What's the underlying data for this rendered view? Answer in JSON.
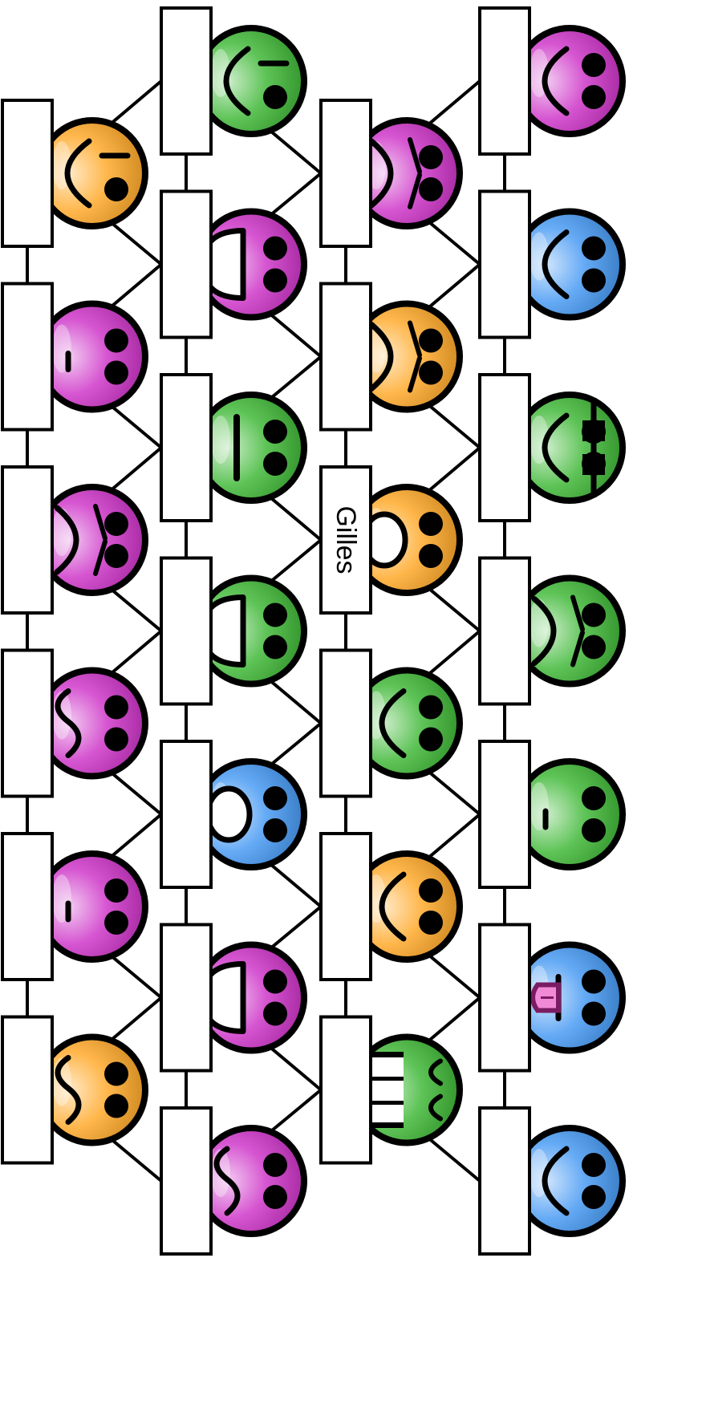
{
  "board": {
    "columns": [
      {
        "id": "col-1",
        "slots": [
          {
            "label": "",
            "face": {
              "color": "orange",
              "eyes": "wink",
              "mouth": "smile"
            }
          },
          {
            "label": "",
            "face": {
              "color": "magenta",
              "eyes": "open",
              "mouth": "flat"
            }
          },
          {
            "label": "",
            "face": {
              "color": "magenta",
              "eyes": "angry",
              "mouth": "frown"
            }
          },
          {
            "label": "",
            "face": {
              "color": "magenta",
              "eyes": "open",
              "mouth": "wavy"
            }
          },
          {
            "label": "",
            "face": {
              "color": "magenta",
              "eyes": "open",
              "mouth": "flat"
            }
          },
          {
            "label": "",
            "face": {
              "color": "orange",
              "eyes": "open",
              "mouth": "wavy"
            }
          }
        ]
      },
      {
        "id": "col-2",
        "slots": [
          {
            "label": "",
            "face": {
              "color": "green",
              "eyes": "wink",
              "mouth": "smile"
            }
          },
          {
            "label": "",
            "face": {
              "color": "magenta",
              "eyes": "open",
              "mouth": "grin"
            }
          },
          {
            "label": "",
            "face": {
              "color": "green",
              "eyes": "open",
              "mouth": "line"
            }
          },
          {
            "label": "",
            "face": {
              "color": "green",
              "eyes": "open",
              "mouth": "grin"
            }
          },
          {
            "label": "",
            "face": {
              "color": "blue",
              "eyes": "open",
              "mouth": "o"
            }
          },
          {
            "label": "",
            "face": {
              "color": "magenta",
              "eyes": "open",
              "mouth": "grin"
            }
          },
          {
            "label": "",
            "face": {
              "color": "magenta",
              "eyes": "open",
              "mouth": "wavy"
            }
          }
        ]
      },
      {
        "id": "col-3",
        "slots": [
          {
            "label": "",
            "face": {
              "color": "magenta",
              "eyes": "angry",
              "mouth": "frown"
            }
          },
          {
            "label": "",
            "face": {
              "color": "orange",
              "eyes": "angry",
              "mouth": "frown"
            }
          },
          {
            "label": "Gilles",
            "face": {
              "color": "orange",
              "eyes": "open",
              "mouth": "o"
            }
          },
          {
            "label": "",
            "face": {
              "color": "green",
              "eyes": "open",
              "mouth": "smile"
            }
          },
          {
            "label": "",
            "face": {
              "color": "orange",
              "eyes": "open",
              "mouth": "smile"
            }
          },
          {
            "label": "",
            "face": {
              "color": "green",
              "eyes": "squint",
              "mouth": "teeth"
            }
          }
        ]
      },
      {
        "id": "col-4",
        "slots": [
          {
            "label": "",
            "face": {
              "color": "magenta",
              "eyes": "open",
              "mouth": "smile"
            }
          },
          {
            "label": "",
            "face": {
              "color": "blue",
              "eyes": "open",
              "mouth": "smile"
            }
          },
          {
            "label": "",
            "face": {
              "color": "green",
              "eyes": "glasses",
              "mouth": "smile"
            }
          },
          {
            "label": "",
            "face": {
              "color": "green",
              "eyes": "angry",
              "mouth": "frown"
            }
          },
          {
            "label": "",
            "face": {
              "color": "green",
              "eyes": "open",
              "mouth": "flat"
            }
          },
          {
            "label": "",
            "face": {
              "color": "blue",
              "eyes": "open",
              "mouth": "tongue"
            }
          },
          {
            "label": "",
            "face": {
              "color": "blue",
              "eyes": "open",
              "mouth": "smile"
            }
          }
        ]
      }
    ],
    "colors": {
      "orange": "#ffa51f",
      "magenta": "#cc2bc6",
      "green": "#37b52e",
      "blue": "#3e95f2",
      "outline": "#000000",
      "box_fill": "#ffffff"
    }
  }
}
